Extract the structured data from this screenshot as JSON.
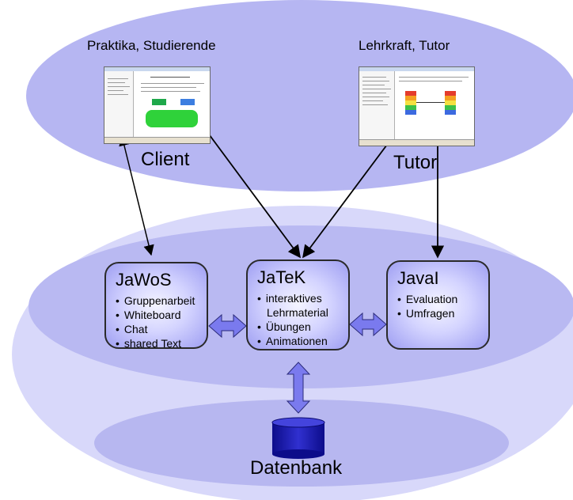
{
  "groups": {
    "students_label": "Praktika, Studierende",
    "teachers_label": "Lehrkraft, Tutor"
  },
  "clients": {
    "client_label": "Client",
    "tutor_label": "Tutor"
  },
  "modules": {
    "jawos": {
      "title": "JaWoS",
      "features": [
        "Gruppenarbeit",
        "Whiteboard",
        "Chat",
        "shared Text"
      ]
    },
    "jatek": {
      "title": "JaTeK",
      "features": [
        "interaktives",
        "Lehrmaterial",
        "Übungen",
        "Animationen"
      ]
    },
    "javal": {
      "title": "JavaI",
      "features": [
        "Evaluation",
        "Umfragen"
      ]
    }
  },
  "database": {
    "label": "Datenbank"
  },
  "colors": {
    "ellipse_top": "#b6b6f2",
    "ellipse_mid_outer": "#d8d8fa",
    "ellipse_mid_inner": "#b9b9f2",
    "ellipse_bottom": "#b7b7f0",
    "box_fill": "#c8c8ff",
    "database": "#1a1aa8",
    "block_arrow": "#7a7aee"
  }
}
